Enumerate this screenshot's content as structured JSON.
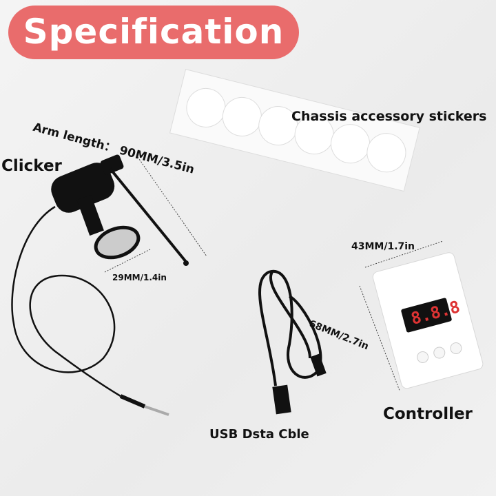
{
  "title": "Specification",
  "labels": {
    "clicker": "Clicker",
    "arm_length": "Arm length：  90MM/3.5in",
    "pad_size": "29MM/1.4in",
    "stickers": "Chassis accessory stickers",
    "width": "43MM/1.7in",
    "height": "68MM/2.7in",
    "controller": "Controller",
    "cable": "USB Dsta Cble"
  },
  "display": {
    "readout": "8.8.8"
  },
  "colors": {
    "banner": "#e96c6c",
    "display_digits": "#d33"
  }
}
